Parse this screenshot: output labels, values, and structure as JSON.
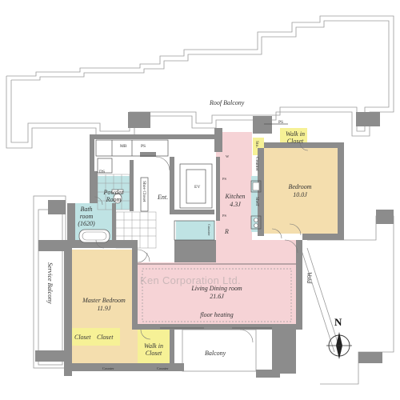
{
  "colors": {
    "wall": "#8c8c8c",
    "bedroom": "#f4deae",
    "living": "#f6d3d6",
    "wet": "#bfe3e4",
    "closet": "#f6f196",
    "balcony_line": "#9a9a9a"
  },
  "rooms": {
    "roof_balcony": "Roof Balcony",
    "mb": "MB",
    "ps_top": "PS",
    "ps_wic": "PS",
    "walkin_top_line1": "Walk in",
    "walkin_top_line2": "Closet",
    "sto": "Sto.",
    "counter_top": "Counter",
    "ds": "DS",
    "powder_line1": "Powder",
    "powder_line2": "Room",
    "shoe_closet": "Shoe Closet",
    "ent": "Ent.",
    "ev": "EV",
    "ps_1": "PS",
    "ps_2": "PS",
    "kitchen_name": "Kitchen",
    "kitchen_size": "4.3J",
    "bedroom_name": "Bedroom",
    "bedroom_size": "10.0J",
    "shelf": "Shelf",
    "bath_line1": "Bath",
    "bath_line2": "room",
    "bath_line3": "(1620)",
    "counter_mid": "Counter",
    "r": "R",
    "wd": "W",
    "living_name": "Living Dining room",
    "living_size": "21.6J",
    "floor_heating": "floor heating",
    "master_name": "Master Bedroom",
    "master_size": "11.9J",
    "closet_1": "Closet",
    "closet_2": "Closet",
    "walkin_bottom_line1": "Walk in",
    "walkin_bottom_line2": "Closet",
    "balcony": "Balcony",
    "service_balcony": "Service Balcony",
    "void": "Void",
    "counter_b1": "Counter",
    "counter_b2": "Counter"
  },
  "watermark": "Ken Corporation Ltd.",
  "compass": "N"
}
